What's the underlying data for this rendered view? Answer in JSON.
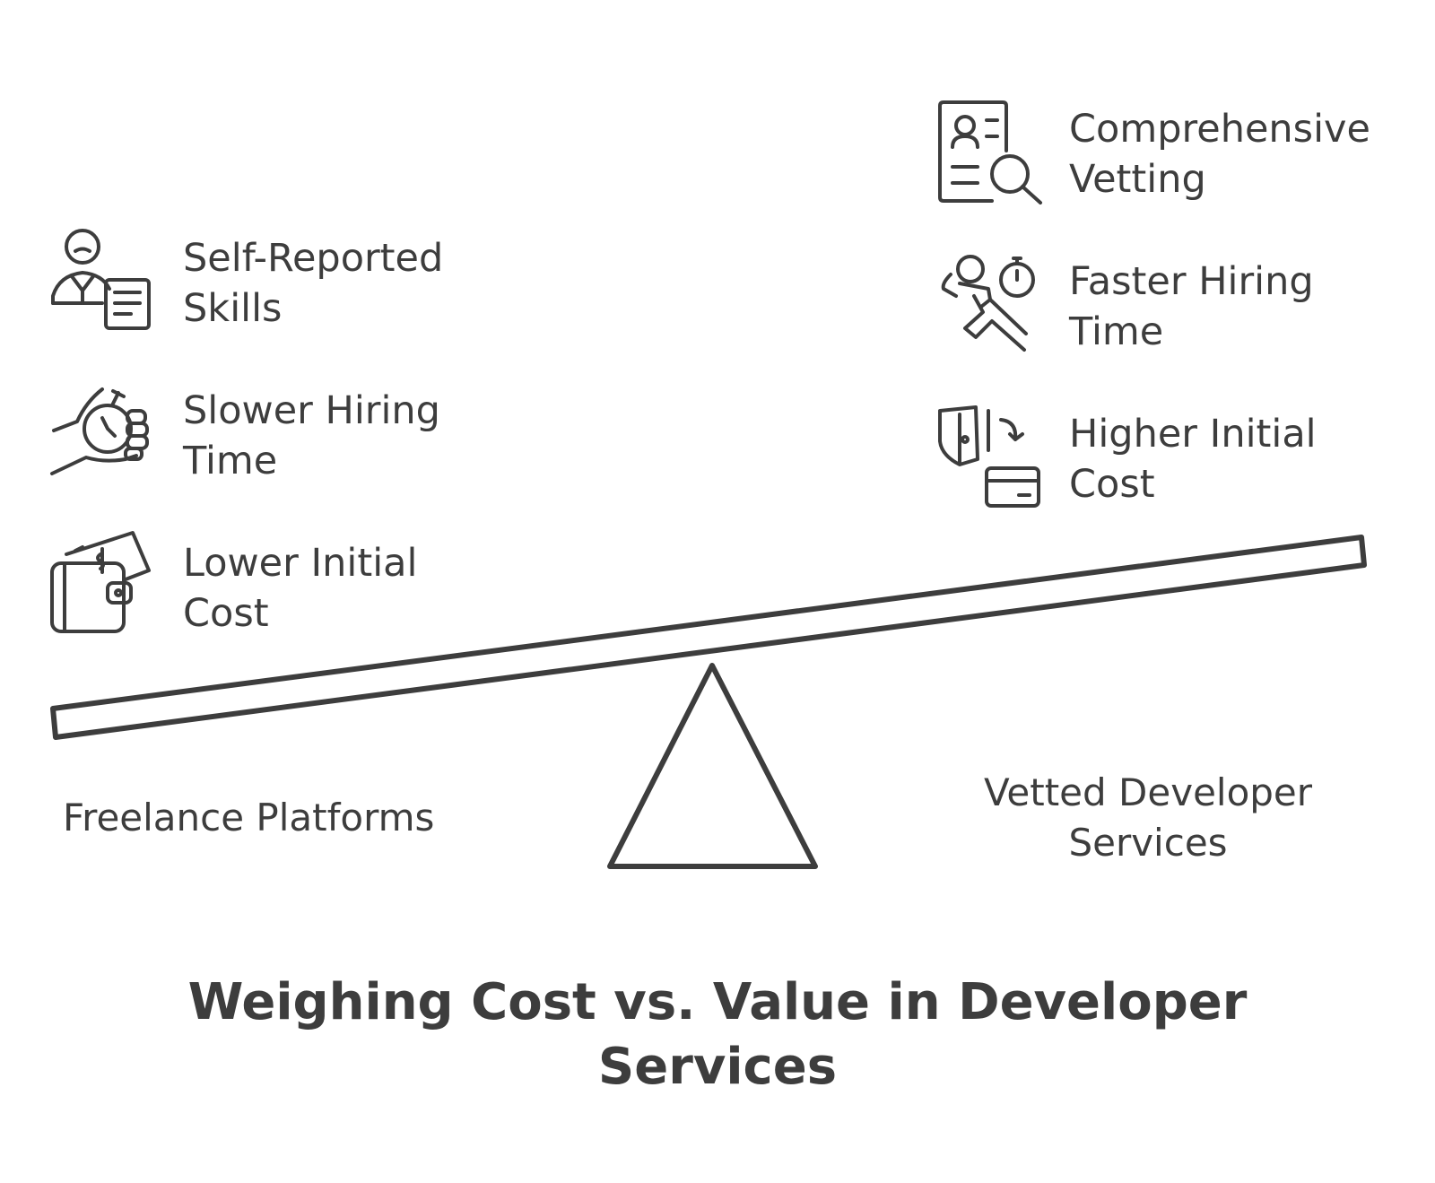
{
  "diagram": {
    "title": "Weighing Cost vs. Value in Developer\nServices",
    "left_group": {
      "label": "Freelance Platforms",
      "items": [
        {
          "label": "Self-Reported\nSkills",
          "icon": "person-with-document-icon"
        },
        {
          "label": "Slower Hiring\nTime",
          "icon": "hand-holding-stopwatch-icon"
        },
        {
          "label": "Lower Initial\nCost",
          "icon": "wallet-with-cash-icon"
        }
      ]
    },
    "right_group": {
      "label": "Vetted Developer\nServices",
      "items": [
        {
          "label": "Comprehensive\nVetting",
          "icon": "profile-magnifier-icon"
        },
        {
          "label": "Faster Hiring\nTime",
          "icon": "runner-with-stopwatch-icon"
        },
        {
          "label": "Higher Initial\nCost",
          "icon": "money-card-exchange-icon"
        }
      ]
    }
  }
}
